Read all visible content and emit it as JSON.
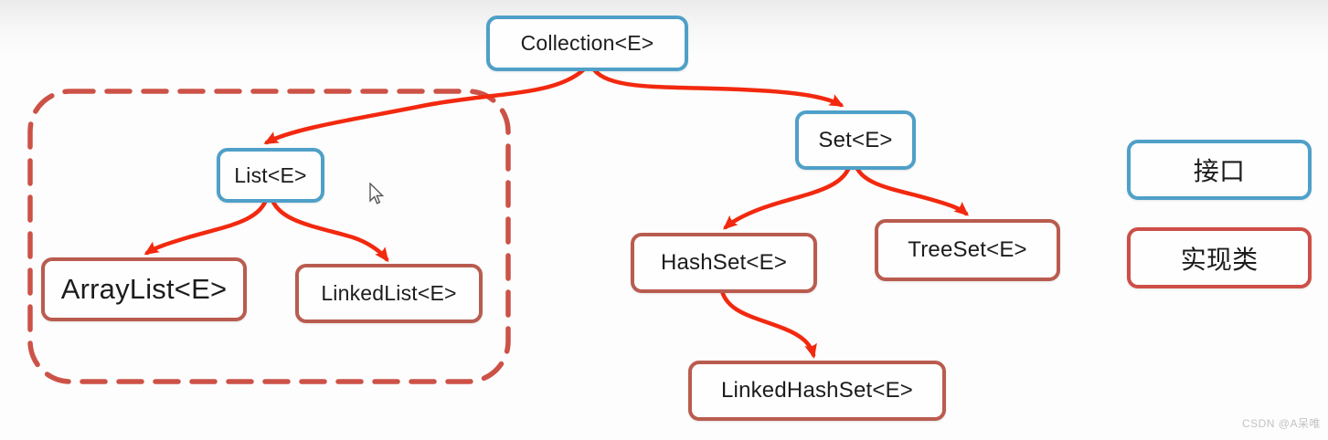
{
  "diagram": {
    "title_implicit": "Java Collection hierarchy",
    "nodes": {
      "collection": {
        "label": "Collection<E>",
        "type": "interface"
      },
      "list": {
        "label": "List<E>",
        "type": "interface"
      },
      "set": {
        "label": "Set<E>",
        "type": "interface"
      },
      "arraylist": {
        "label": "ArrayList<E>",
        "type": "class"
      },
      "linkedlist": {
        "label": "LinkedList<E>",
        "type": "class"
      },
      "hashset": {
        "label": "HashSet<E>",
        "type": "class"
      },
      "treeset": {
        "label": "TreeSet<E>",
        "type": "class"
      },
      "linkedhashset": {
        "label": "LinkedHashSet<E>",
        "type": "class"
      }
    },
    "edges": [
      {
        "from": "Collection<E>",
        "to": "List<E>"
      },
      {
        "from": "Collection<E>",
        "to": "Set<E>"
      },
      {
        "from": "List<E>",
        "to": "ArrayList<E>"
      },
      {
        "from": "List<E>",
        "to": "LinkedList<E>"
      },
      {
        "from": "Set<E>",
        "to": "HashSet<E>"
      },
      {
        "from": "Set<E>",
        "to": "TreeSet<E>"
      },
      {
        "from": "HashSet<E>",
        "to": "LinkedHashSet<E>"
      }
    ],
    "dashed_group": {
      "contains": [
        "List<E>",
        "ArrayList<E>",
        "LinkedList<E>"
      ]
    }
  },
  "legend": {
    "interface_label": "接口",
    "implementation_label": "实现类"
  },
  "watermark": "CSDN @A呆唯",
  "colors": {
    "interface_border": "#4fa0c8",
    "class_border": "#b95c4f",
    "legend_class_border": "#cd4f47",
    "arrow": "#f2290f",
    "dashed_outline": "#cc5247",
    "text": "#1c1c1c",
    "watermark_text": "#c3c3c3"
  }
}
